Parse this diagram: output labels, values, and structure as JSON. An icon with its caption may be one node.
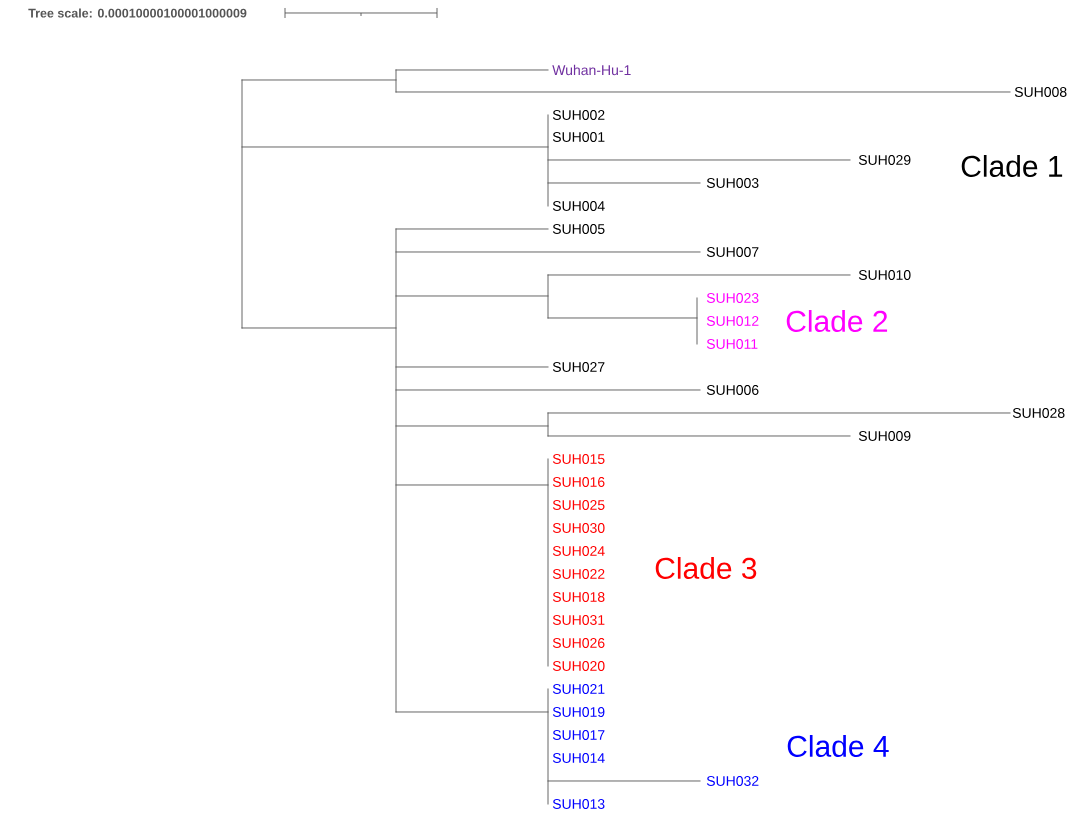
{
  "diagram": {
    "labels": [
      "Tree scale: 0.00010000100001000009",
      "Wuhan-Hu-1",
      "SUH008",
      "SUH002",
      "SUH001",
      "SUH029",
      "Clade 1",
      "SUH003",
      "SUH004",
      "SUH005",
      "SUH007",
      "SUH010",
      "SUH023",
      "SUH012",
      "Clade 2",
      "SUH011",
      "SUH027",
      "SUH006",
      "SUH028",
      "SUH009",
      "SUH015",
      "SUH016",
      "SUH025",
      "SUH030",
      "SUH024",
      "SUH022",
      "Clade 3",
      "SUH018",
      "SUH031",
      "SUH026",
      "SUH020",
      "SUH021",
      "SUH019",
      "SUH017",
      "Clade 4",
      "SUH014",
      "SUH032",
      "SUH013"
    ]
  }
}
